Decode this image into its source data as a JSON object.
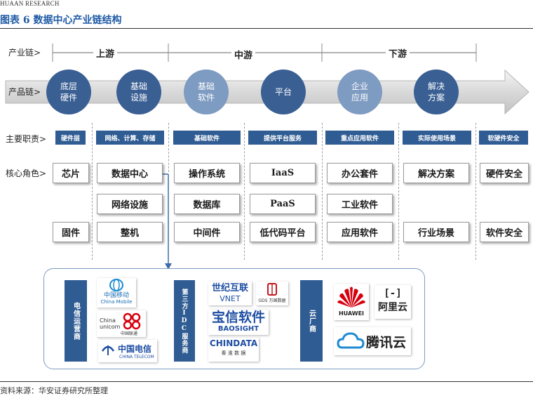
{
  "header": {
    "source_org": "HUAAN RESEARCH",
    "figure_title": "图表 6  数据中心产业链结构"
  },
  "rows": {
    "chain_label": "产业链>",
    "product_label": "产品链>",
    "resp_label": "主要职责>",
    "role_label": "核心角色>"
  },
  "stages": [
    {
      "label": "上游"
    },
    {
      "label": "中游"
    },
    {
      "label": "下游"
    }
  ],
  "products": [
    {
      "line1": "底层",
      "line2": "硬件"
    },
    {
      "line1": "基础",
      "line2": "设施"
    },
    {
      "line1": "基础",
      "line2": "软件"
    },
    {
      "line1": "平台",
      "line2": ""
    },
    {
      "line1": "企业",
      "line2": "应用"
    },
    {
      "line1": "解决",
      "line2": "方案"
    }
  ],
  "responsibilities": [
    "硬件层",
    "网络、计算、存储",
    "基础软件",
    "提供平台服务",
    "重点应用软件",
    "实际使用场景",
    "软硬件安全"
  ],
  "roles": {
    "chip": "芯片",
    "datacenter": "数据中心",
    "os": "操作系统",
    "iaas": "IaaS",
    "office": "办公套件",
    "solution": "解决方案",
    "hwsec": "硬件安全",
    "network": "网络设施",
    "database": "数据库",
    "paas": "PaaS",
    "industrial": "工业软件",
    "firmware": "固件",
    "server": "整机",
    "middleware": "中间件",
    "lowcode": "低代码平台",
    "appsw": "应用软件",
    "scene": "行业场景",
    "swsec": "软件安全"
  },
  "idc": {
    "strip_telecom": "电信运营商",
    "strip_third": "第三方IDC服务商",
    "strip_cloud": "云厂商",
    "logos": {
      "mobile_cn": "中国移动",
      "mobile_en": "China Mobile",
      "unicom_cn": "中国联通",
      "unicom_en1": "China",
      "unicom_en2": "unicom",
      "telecom_cn": "中国电信",
      "telecom_en": "CHINA TELECOM",
      "vnet_cn": "世纪互联",
      "vnet_en": "VNET",
      "gds": "GDS 万国数据",
      "baosight_cn": "宝信软件",
      "baosight_en": "BAOSIGHT",
      "chindata_en": "CHINDATA",
      "chindata_cn": "秦 淮 数 据",
      "huawei": "HUAWEI",
      "aliyun_icon": "[-]",
      "aliyun_cn": "阿里云",
      "tencent_cn": "腾讯云"
    }
  },
  "footer": {
    "source": "资料来源：华安证券研究所整理"
  },
  "colors": {
    "dark_blue": "#2f5c93",
    "circle_dark": "#3a5f93",
    "circle_light": "#7e9bc2",
    "title_blue": "#1f5aa6"
  }
}
